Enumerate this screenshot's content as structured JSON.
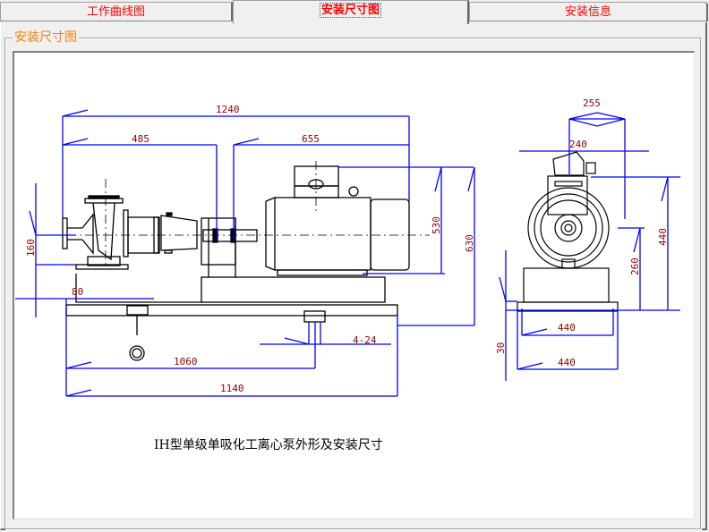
{
  "tabs": [
    {
      "label": "工作曲线图",
      "active": false
    },
    {
      "label": "安装尺寸图",
      "active": true
    },
    {
      "label": "安装信息",
      "active": false
    }
  ],
  "group": {
    "title": "安装尺寸图"
  },
  "drawing": {
    "caption": "IH型单级单吸化工离心泵外形及安装尺寸",
    "side_view_dimensions": {
      "overall_length": "1240",
      "pump_to_coupling": "485",
      "motor_length": "655",
      "shaft_height": "160",
      "motor_height": "530",
      "overall_height": "630",
      "foot_offset": "80",
      "bolt_spacing": "1060",
      "base_length": "1140",
      "bolt_holes": "4-24"
    },
    "end_view_dimensions": {
      "top_width": "255",
      "outlet_offset": "240",
      "overall_height": "440",
      "center_height": "260",
      "bolt_width": "440",
      "base_width": "440",
      "base_thickness": "30"
    }
  },
  "colors": {
    "tab_text": "#ff0000",
    "group_title": "#ff8000",
    "dimension_line": "#0000ff",
    "dimension_text": "#8b0000",
    "outline": "#000000"
  }
}
